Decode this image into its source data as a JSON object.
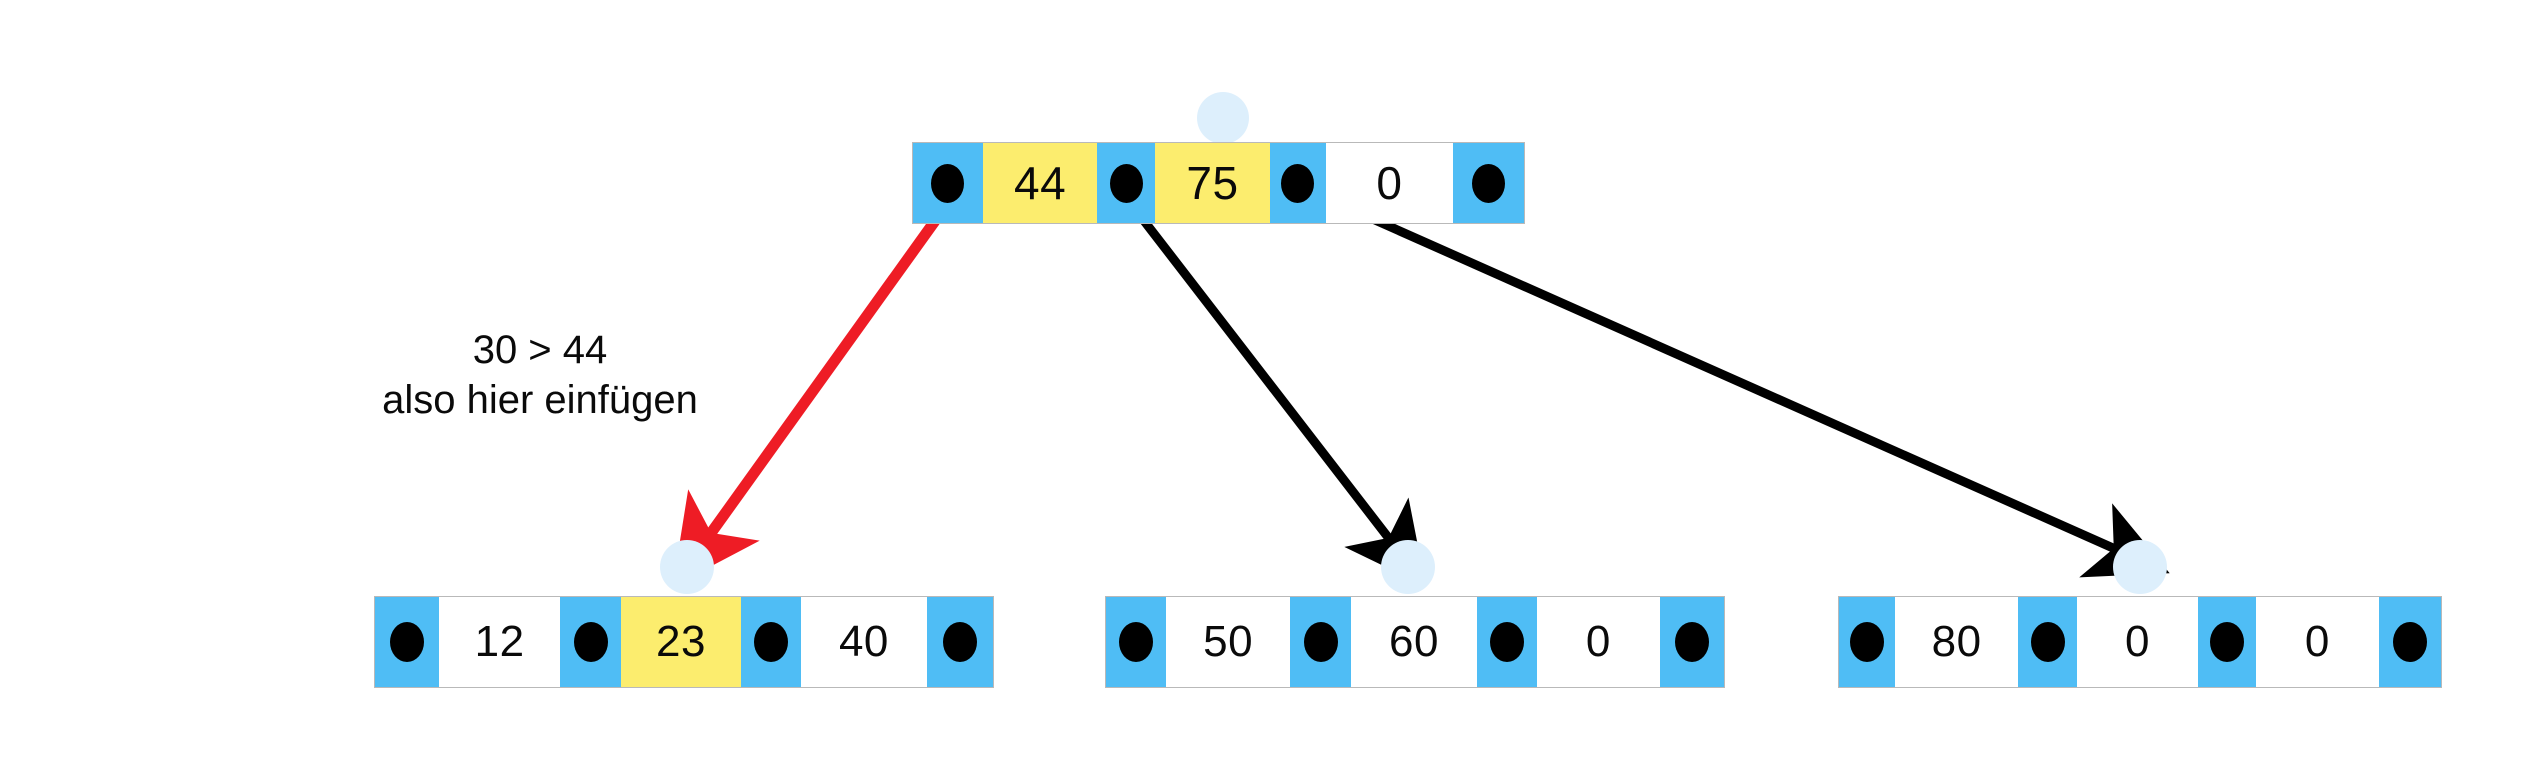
{
  "diagram": {
    "title": "B-Baum Einfuege-Schritt",
    "colors": {
      "pointer_cell": "#4fbdf5",
      "key_highlight": "#fced6e",
      "key_plain": "#ffffff",
      "dot": "#000000",
      "anchor_blob": "#ddeffc",
      "edge_black": "#000000",
      "edge_red": "#ee1c25",
      "text": "#0a0a0a",
      "border": "#b9b9b9"
    }
  },
  "annotation": {
    "line1": "30 > 44",
    "line2": "also hier einfügen"
  },
  "root": {
    "name": "root-node",
    "cells": [
      {
        "type": "pointer",
        "label": ""
      },
      {
        "type": "key",
        "label": "44",
        "highlight": true
      },
      {
        "type": "pointer",
        "label": ""
      },
      {
        "type": "key",
        "label": "75",
        "highlight": true
      },
      {
        "type": "pointer",
        "label": ""
      },
      {
        "type": "key",
        "label": "0",
        "highlight": false
      },
      {
        "type": "pointer",
        "label": ""
      }
    ]
  },
  "leaves": [
    {
      "name": "leaf-node-1",
      "cells": [
        {
          "type": "pointer",
          "label": ""
        },
        {
          "type": "key",
          "label": "12",
          "highlight": false
        },
        {
          "type": "pointer",
          "label": ""
        },
        {
          "type": "key",
          "label": "23",
          "highlight": true
        },
        {
          "type": "pointer",
          "label": ""
        },
        {
          "type": "key",
          "label": "40",
          "highlight": false
        },
        {
          "type": "pointer",
          "label": ""
        }
      ]
    },
    {
      "name": "leaf-node-2",
      "cells": [
        {
          "type": "pointer",
          "label": ""
        },
        {
          "type": "key",
          "label": "50",
          "highlight": false
        },
        {
          "type": "pointer",
          "label": ""
        },
        {
          "type": "key",
          "label": "60",
          "highlight": false
        },
        {
          "type": "pointer",
          "label": ""
        },
        {
          "type": "key",
          "label": "0",
          "highlight": false
        },
        {
          "type": "pointer",
          "label": ""
        }
      ]
    },
    {
      "name": "leaf-node-3",
      "cells": [
        {
          "type": "pointer",
          "label": ""
        },
        {
          "type": "key",
          "label": "80",
          "highlight": false
        },
        {
          "type": "pointer",
          "label": ""
        },
        {
          "type": "key",
          "label": "0",
          "highlight": false
        },
        {
          "type": "pointer",
          "label": ""
        },
        {
          "type": "key",
          "label": "0",
          "highlight": false
        },
        {
          "type": "pointer",
          "label": ""
        }
      ]
    }
  ],
  "edges": [
    {
      "name": "edge-root-to-leaf-1",
      "color": "#ee1c25",
      "from": "root-pointer-0",
      "to": "leaf-node-1"
    },
    {
      "name": "edge-root-to-leaf-2",
      "color": "#000000",
      "from": "root-pointer-1",
      "to": "leaf-node-2"
    },
    {
      "name": "edge-root-to-leaf-3",
      "color": "#000000",
      "from": "root-pointer-2",
      "to": "leaf-node-3"
    }
  ],
  "anchors": [
    {
      "name": "anchor-blob-root"
    },
    {
      "name": "anchor-blob-leaf-1"
    },
    {
      "name": "anchor-blob-leaf-2"
    },
    {
      "name": "anchor-blob-leaf-3"
    }
  ]
}
